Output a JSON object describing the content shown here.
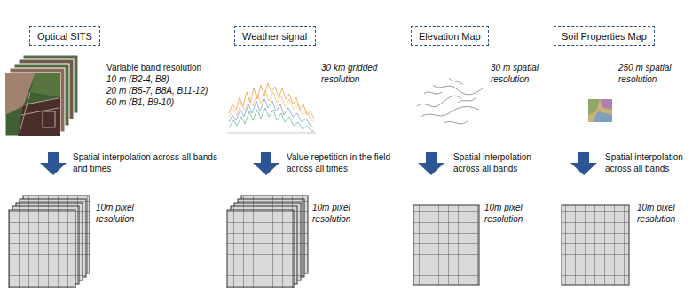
{
  "diagram": {
    "nodes": [
      {
        "text": [
          "Optical SITS"
        ]
      },
      {
        "text": [
          "Weather signal"
        ]
      },
      {
        "text": [
          "Elevation Map"
        ]
      },
      {
        "text": [
          "Soil Properties Map"
        ]
      }
    ],
    "labels": [
      "Variable band resolution",
      "10 m (B2-4, B8)",
      "20 m (B5-7, B8A, B11-12)",
      "60 m (B1, B9-10)",
      "30 km gridded resolution",
      "30 m spatial resolution",
      "250 m spatial resolution",
      "Spatial interpolation across all bands and times",
      "Value repetition in the field across all times",
      "Spatial interpolation across all bands",
      "Spatial interpolation across all bands",
      "10m pixel resolution",
      "10m pixel resolution",
      "10m pixel resolution",
      "10m pixel resolution"
    ]
  }
}
